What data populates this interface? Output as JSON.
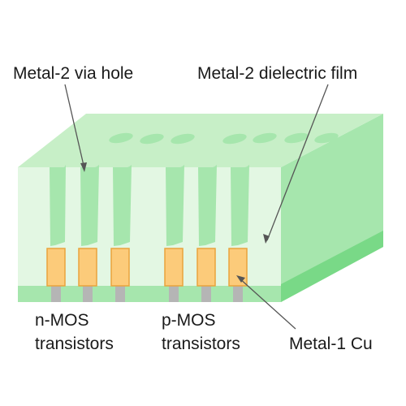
{
  "labels": {
    "via_hole": "Metal-2 via hole",
    "dielectric": "Metal-2 dielectric film",
    "nmos_line1": "n-MOS",
    "nmos_line2": "transistors",
    "pmos_line1": "p-MOS",
    "pmos_line2": "transistors",
    "metal1": "Metal-1 Cu"
  },
  "colors": {
    "dielectric_front": "#e3f7e3",
    "dielectric_top": "#c7efc7",
    "dielectric_side": "#a6e6ad",
    "side_bottom_strip": "#79d987",
    "substrate_strip": "#a6e6ad",
    "via_fill": "#a6e6ad",
    "metal1_fill": "#fccb7a",
    "metal1_stroke": "#e9a33c",
    "stem_fill": "#b5b5b5",
    "leader_line": "#555555",
    "text": "#1a1a1a"
  },
  "components": {
    "nmos_count": 3,
    "pmos_count": 3,
    "top_openings": 7
  }
}
